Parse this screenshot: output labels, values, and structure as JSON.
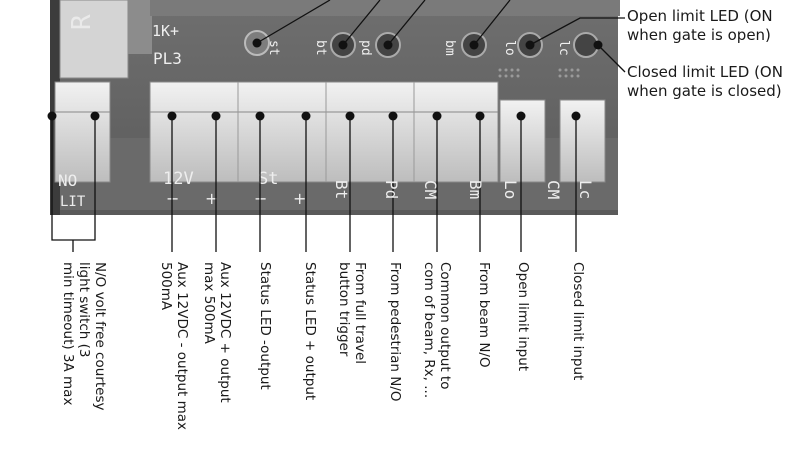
{
  "board": {
    "silk_top_left": "1K+",
    "silk_pl3": "PL3",
    "silk_r": "R",
    "silk_st": "st",
    "silk_bt": "bt",
    "silk_pd": "pd",
    "silk_bm": "bm",
    "silk_lo": "lo",
    "silk_lc": "lc",
    "silk_no": "NO",
    "silk_lit": "LIT",
    "silk_12v": "12V",
    "silk_12v_minus": "−",
    "silk_12v_plus": "+",
    "silk_st_bottom": "St",
    "silk_st_minus": "−",
    "silk_st_plus": "+",
    "silk_terms": [
      "Bt",
      "Pd",
      "CM",
      "Bm",
      "Lo",
      "CM",
      "Lc"
    ]
  },
  "callouts_right": [
    {
      "line1": "Open limit LED (ON",
      "line2": "when gate is open)"
    },
    {
      "line1": "Closed limit LED (ON",
      "line2": "when gate is closed)"
    }
  ],
  "terminal_labels": [
    {
      "line1": "N/O volt free  courtesy",
      "line2": "light switch            (3",
      "line3": "min timeout) 3A max"
    },
    {
      "line1": "Aux 12VDC - output max",
      "line2": "500mA"
    },
    {
      "line1": "Aux 12VDC + output",
      "line2": "max 500mA"
    },
    {
      "line1": "Status LED -output"
    },
    {
      "line1": "Status LED + output"
    },
    {
      "line1": "From full travel",
      "line2": "button trigger"
    },
    {
      "line1": "From pedestrian N/O"
    },
    {
      "line1": "Common output to",
      "line2": "com of beam, Rx, ..."
    },
    {
      "line1": "From beam N/O"
    },
    {
      "line1": "Open limit input"
    },
    {
      "line1": "Closed limit input"
    }
  ]
}
